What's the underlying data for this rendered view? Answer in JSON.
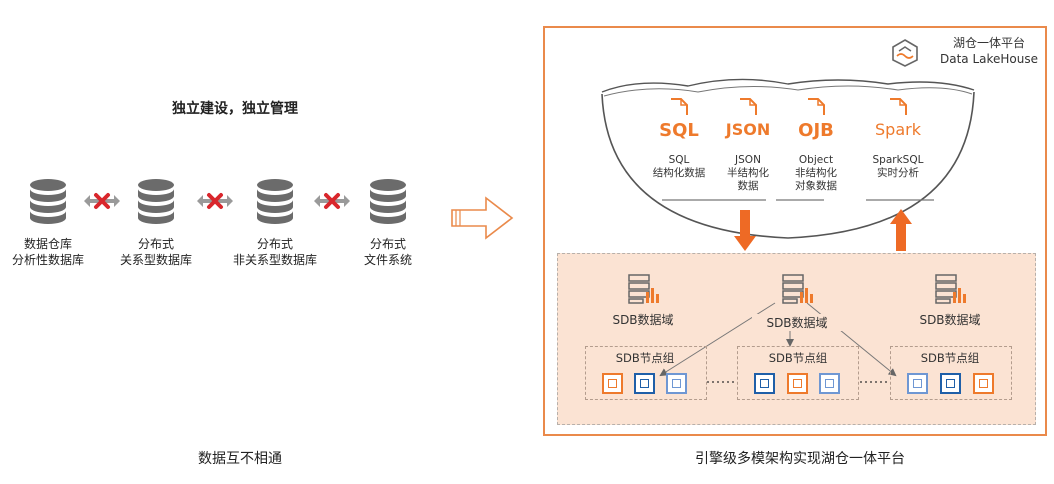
{
  "left": {
    "title": "独立建设，独立管理",
    "databases": [
      {
        "label_line1": "数据仓库",
        "label_line2": "分析性数据库"
      },
      {
        "label_line1": "分布式",
        "label_line2": "关系型数据库"
      },
      {
        "label_line1": "分布式",
        "label_line2": "非关系型数据库"
      },
      {
        "label_line1": "分布式",
        "label_line2": "文件系统"
      }
    ],
    "caption": "数据互不相通"
  },
  "right": {
    "brand_line1": "湖仓一体平台",
    "brand_line2": "Data LakeHouse",
    "formats": [
      {
        "icon": "SQL",
        "line1": "SQL",
        "line2": "结构化数据",
        "line3": ""
      },
      {
        "icon": "JSON",
        "line1": "JSON",
        "line2": "半结构化",
        "line3": "数据"
      },
      {
        "icon": "OJB",
        "line1": "Object",
        "line2": "非结构化",
        "line3": "对象数据"
      },
      {
        "icon": "Spark",
        "line1": "SparkSQL",
        "line2": "实时分析",
        "line3": ""
      }
    ],
    "domains": [
      "SDB数据域",
      "SDB数据域",
      "SDB数据域"
    ],
    "groups": [
      "SDB节点组",
      "SDB节点组",
      "SDB节点组"
    ],
    "caption": "引擎级多模架构实现湖仓一体平台"
  },
  "colors": {
    "orange": "#ee7a2c",
    "blue": "#1f5fa8",
    "light_blue": "#6f97d3",
    "gray_db": "#6b6b6b",
    "red_x": "#d9262c"
  }
}
